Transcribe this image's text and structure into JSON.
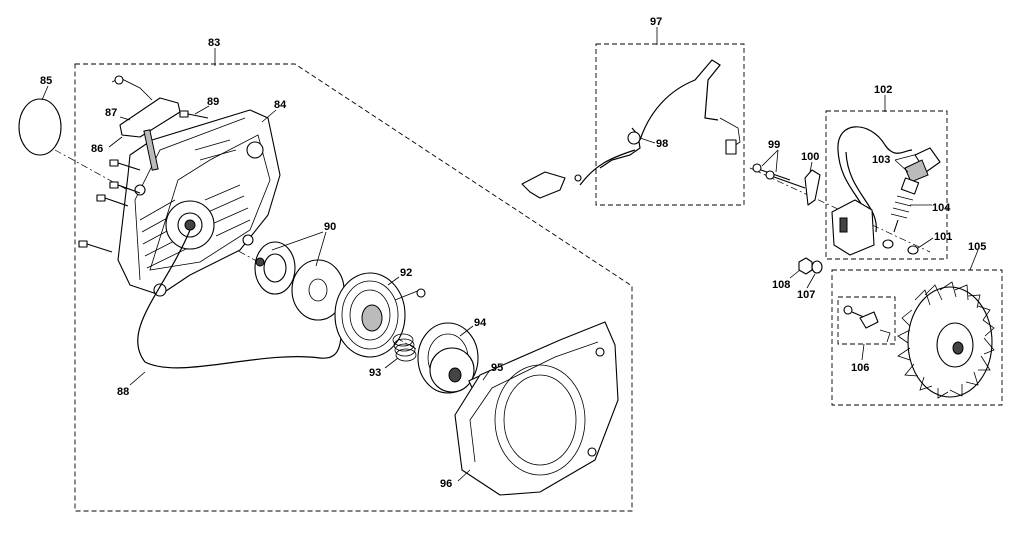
{
  "callouts": {
    "c83": "83",
    "c84": "84",
    "c85": "85",
    "c86": "86",
    "c87": "87",
    "c88": "88",
    "c89": "89",
    "c90": "90",
    "c92": "92",
    "c93": "93",
    "c94": "94",
    "c95": "95",
    "c96": "96",
    "c97": "97",
    "c98": "98",
    "c99": "99",
    "c100": "100",
    "c101": "101",
    "c102": "102",
    "c103": "103",
    "c104": "104",
    "c105": "105",
    "c106": "106",
    "c107": "107",
    "c108": "108"
  }
}
